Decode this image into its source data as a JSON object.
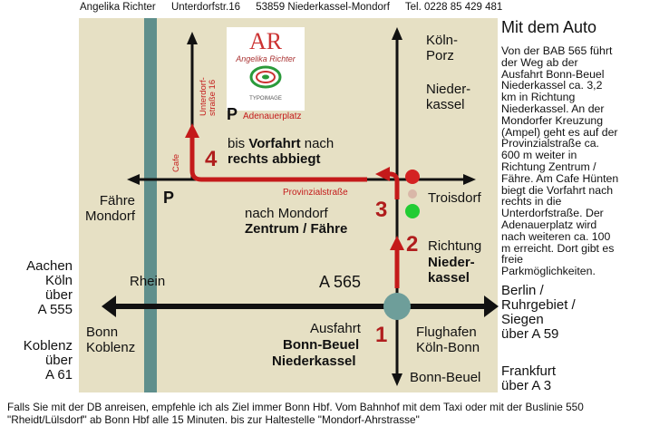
{
  "header": {
    "name": "Angelika  Richter",
    "street": "Unterdorfstr.16",
    "city": "53859 Niederkassel-Mondorf",
    "phone": "Tel. 0228   85 429 481"
  },
  "logo": {
    "letters": "AR",
    "name": "Angelika Richter",
    "brand": "TYPOIMAGE"
  },
  "map": {
    "road_a565": "A 565",
    "river": "Rhein",
    "street_unterdorf": "Unterdorf-\nstraße 16",
    "street_adenauer": "Adenauerplatz",
    "street_provinzial": "Provinzialstraße",
    "cafe": "Cafe",
    "parking": "P",
    "step1": "1",
    "step2": "2",
    "step3": "3",
    "step4": "4",
    "exit_line1": "Ausfahrt",
    "exit_line2": "Bonn-Beuel",
    "exit_line3": "Niederkassel",
    "dir_line1": "Richtung",
    "dir_line2": "Nieder-",
    "dir_line3": "kassel",
    "mondorf_line1": "nach Mondorf",
    "mondorf_line2": "Zentrum / Fähre",
    "turn_line1_a": "bis ",
    "turn_line1_b": "Vorfahrt",
    "turn_line1_c": " nach",
    "turn_line2": "rechts abbiegt",
    "koeln_porz": "Köln-\nPorz",
    "niederkassel": "Nieder-\nkassel",
    "troisdorf": "Troisdorf",
    "faehre": "Fähre\nMondorf",
    "bonn_koblenz": "Bonn\nKoblenz",
    "flughafen": "Flughafen\nKöln-Bonn",
    "bonn_beuel": "Bonn-Beuel"
  },
  "outer": {
    "left_top": "Aachen\nKöln\nüber\nA 555",
    "left_bottom": "Koblenz\nüber\nA 61",
    "right_top": "Berlin /\nRuhrgebiet /\nSiegen\nüber A 59",
    "right_bottom": "Frankfurt\nüber A 3"
  },
  "panel": {
    "title": "Mit dem Auto",
    "text": "Von der BAB 565 führt der Weg ab der Ausfahrt Bonn-Beuel Niederkassel ca. 3,2 km in Richtung Niederkassel. An der Mondorfer Kreuzung (Ampel) geht es auf der Provinzialstraße ca. 600 m weiter in Richtung Zentrum / Fähre. Am Cafe Hünten biegt die Vorfahrt nach rechts in die Unterdorfstraße. Der Adenauerplatz wird nach weiteren ca. 100 m erreicht. Dort gibt es freie Parkmöglichkeiten."
  },
  "footer": {
    "text": "Falls Sie mit der DB anreisen, empfehle ich als Ziel immer Bonn Hbf. Vom Bahnhof mit dem Taxi oder mit der Buslinie 550 \"Rheidt/Lülsdorf\" ab Bonn Hbf alle 15 Minuten. bis zur Haltestelle \"Mondorf-Ahrstrasse\""
  },
  "colors": {
    "map_bg": "#e6e0c4",
    "river": "#5f8f8c",
    "route": "#c41a1a",
    "node": "#6e9e9a",
    "light_red": "#d42222",
    "light_green": "#22cc33"
  }
}
